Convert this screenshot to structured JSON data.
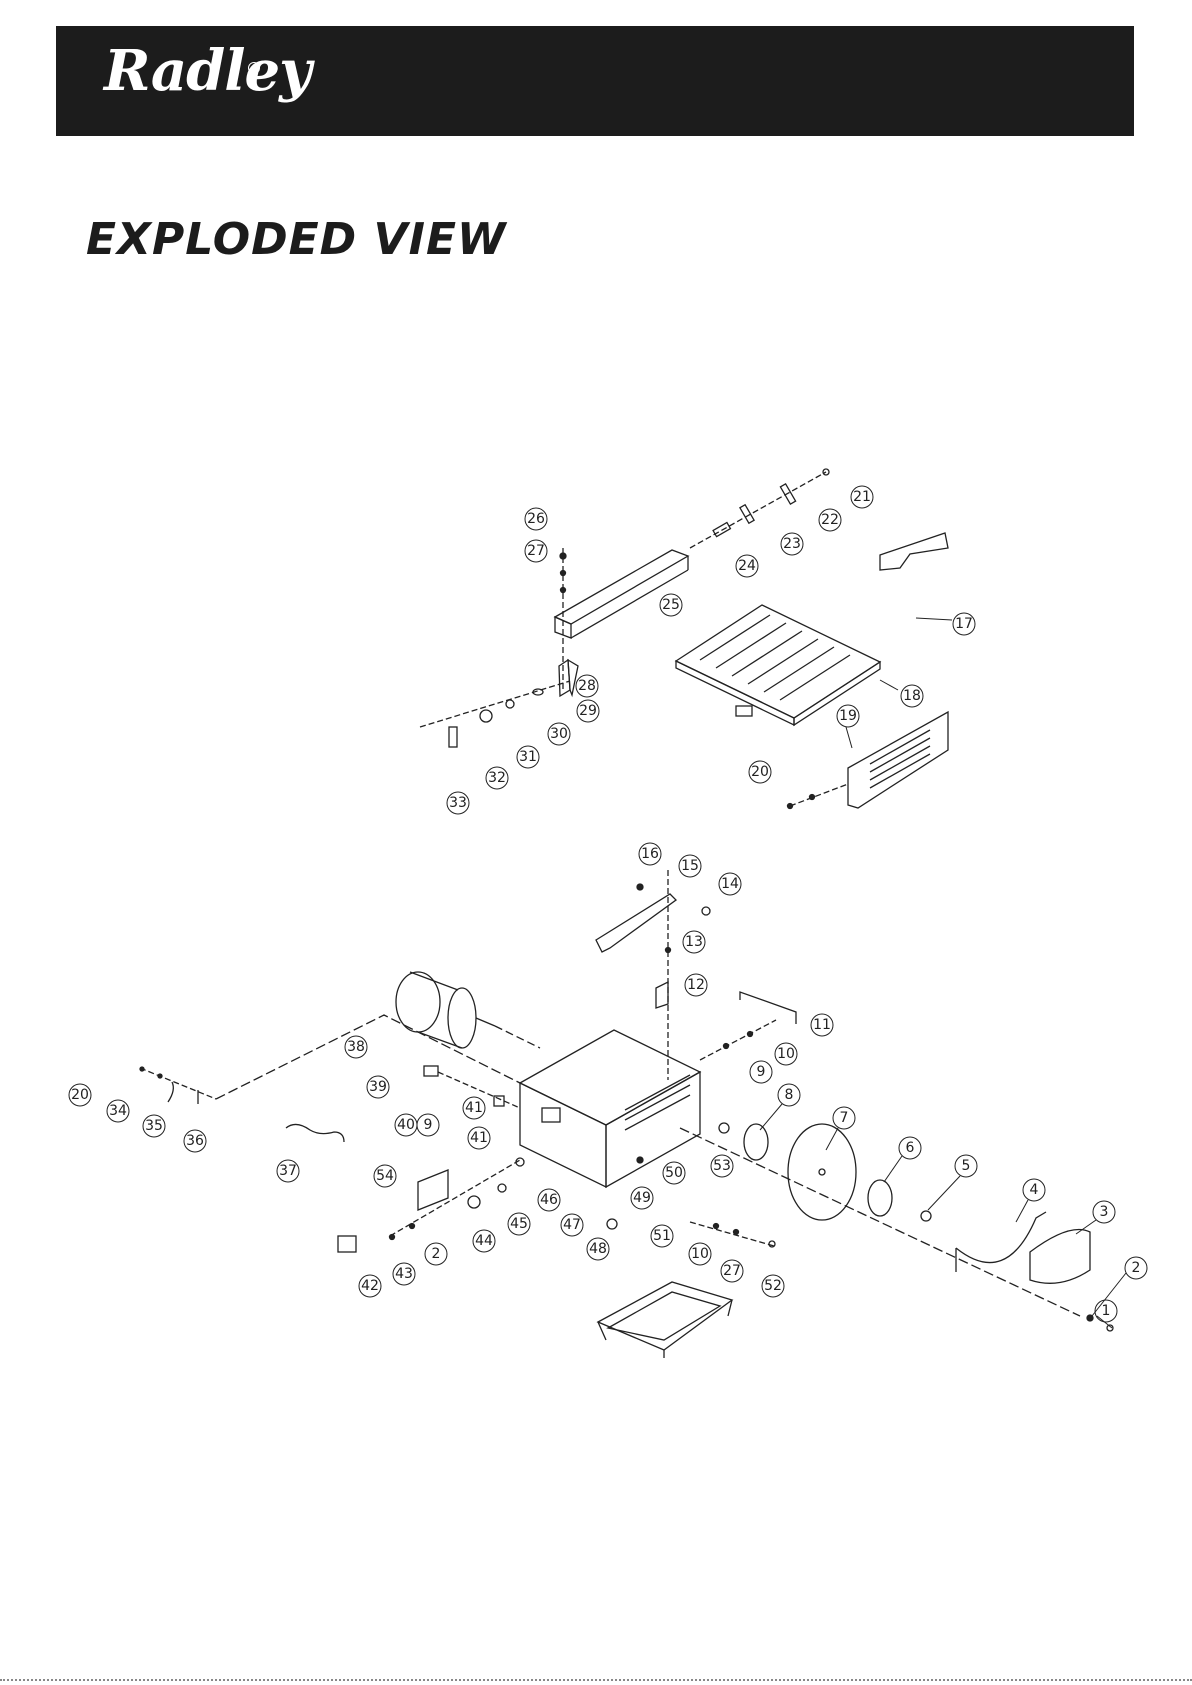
{
  "header": {
    "brand": "Radley"
  },
  "title": "Exploded View",
  "parts": [
    "1",
    "2",
    "3",
    "4",
    "5",
    "6",
    "7",
    "8",
    "9",
    "10",
    "11",
    "12",
    "13",
    "14",
    "15",
    "16",
    "17",
    "18",
    "19",
    "20",
    "21",
    "22",
    "23",
    "24",
    "25",
    "26",
    "27",
    "28",
    "29",
    "30",
    "31",
    "32",
    "33",
    "34",
    "35",
    "36",
    "37",
    "38",
    "39",
    "40",
    "41",
    "42",
    "43",
    "44",
    "45",
    "46",
    "47",
    "48",
    "49",
    "50",
    "51",
    "52",
    "53",
    "54"
  ],
  "colors": {
    "header_bg": "#1c1c1c",
    "line": "#222222"
  }
}
